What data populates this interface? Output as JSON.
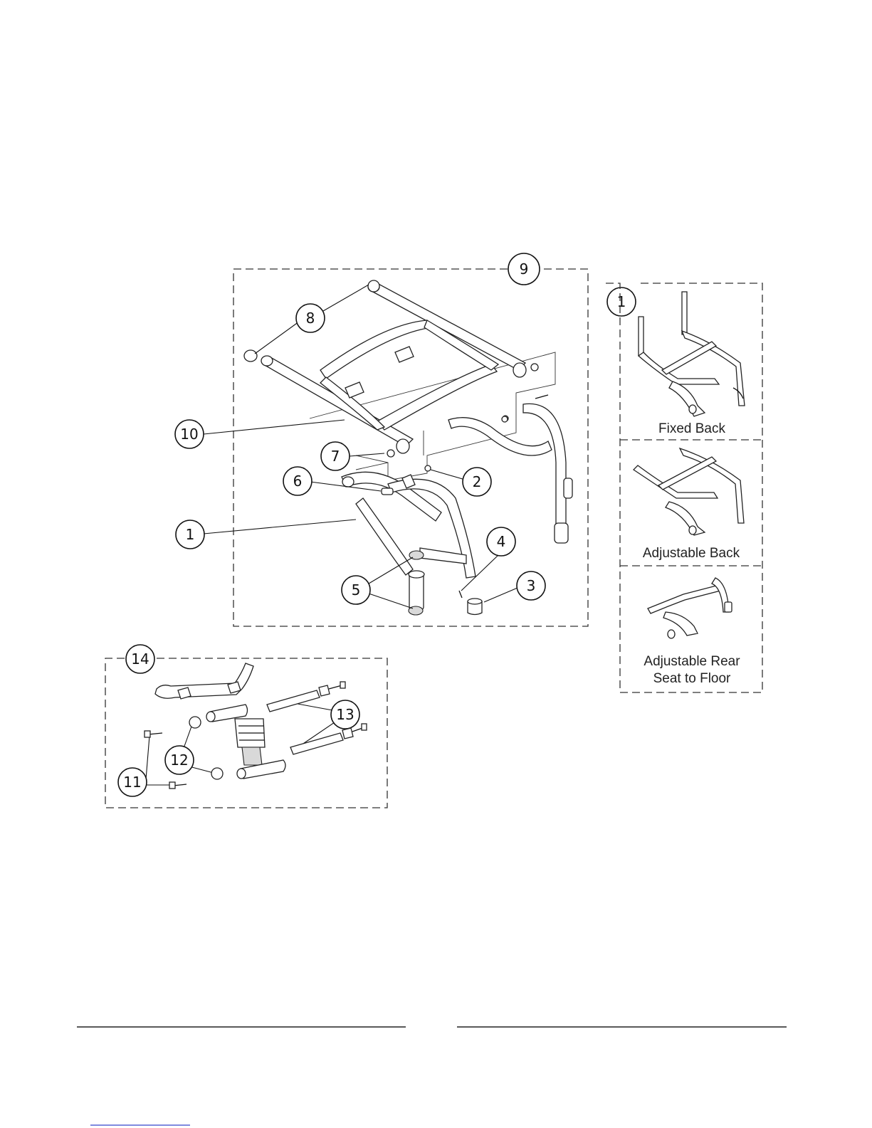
{
  "callouts": {
    "c1": "1",
    "c2": "2",
    "c3": "3",
    "c4": "4",
    "c5": "5",
    "c6": "6",
    "c7": "7",
    "c8": "8",
    "c9": "9",
    "c10": "10",
    "c11": "11",
    "c12": "12",
    "c13": "13",
    "c14": "14",
    "side1": "1"
  },
  "variants": {
    "fixed_back": "Fixed Back",
    "adjustable_back": "Adjustable Back",
    "adjustable_rear_line1": "Adjustable Rear",
    "adjustable_rear_line2": "Seat to Floor"
  }
}
